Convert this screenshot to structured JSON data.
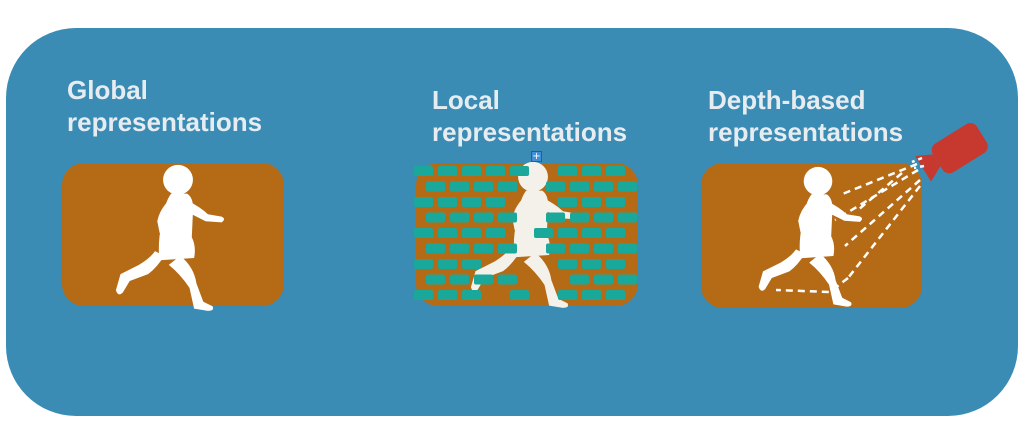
{
  "panels": {
    "global": {
      "line1": "Global",
      "line2": "representations"
    },
    "local": {
      "line1": "Local",
      "line2": "representations"
    },
    "depth": {
      "line1": "Depth-based",
      "line2": "representations"
    }
  },
  "colors": {
    "background": "#3a8cb5",
    "panel": "#b56a16",
    "silhouette": "#ffffff",
    "patch": "#1aa89a",
    "camera": "#c7392f",
    "text": "#e6ecf0"
  },
  "icons": [
    "running-person-icon",
    "video-camera-icon",
    "resize-handle-icon"
  ]
}
